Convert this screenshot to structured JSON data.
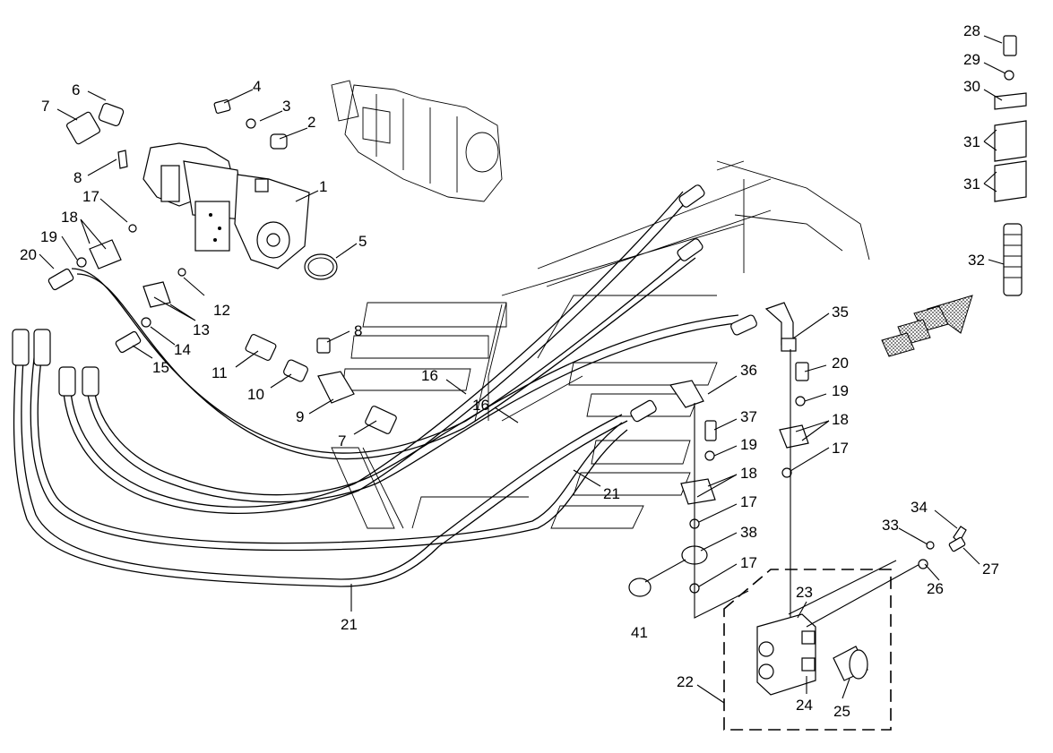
{
  "callouts": [
    {
      "id": "c1",
      "text": "1"
    },
    {
      "id": "c2",
      "text": "2"
    },
    {
      "id": "c3",
      "text": "3"
    },
    {
      "id": "c4",
      "text": "4"
    },
    {
      "id": "c5",
      "text": "5"
    },
    {
      "id": "c6",
      "text": "6"
    },
    {
      "id": "c7a",
      "text": "7"
    },
    {
      "id": "c7b",
      "text": "7"
    },
    {
      "id": "c8a",
      "text": "8"
    },
    {
      "id": "c8b",
      "text": "8"
    },
    {
      "id": "c9",
      "text": "9"
    },
    {
      "id": "c10",
      "text": "10"
    },
    {
      "id": "c11",
      "text": "11"
    },
    {
      "id": "c12",
      "text": "12"
    },
    {
      "id": "c13",
      "text": "13"
    },
    {
      "id": "c14",
      "text": "14"
    },
    {
      "id": "c15",
      "text": "15"
    },
    {
      "id": "c16a",
      "text": "16"
    },
    {
      "id": "c16b",
      "text": "16"
    },
    {
      "id": "c17a",
      "text": "17"
    },
    {
      "id": "c17b",
      "text": "17"
    },
    {
      "id": "c17c",
      "text": "17"
    },
    {
      "id": "c17d",
      "text": "17"
    },
    {
      "id": "c18a",
      "text": "18"
    },
    {
      "id": "c18b",
      "text": "18"
    },
    {
      "id": "c18c",
      "text": "18"
    },
    {
      "id": "c19a",
      "text": "19"
    },
    {
      "id": "c19b",
      "text": "19"
    },
    {
      "id": "c19c",
      "text": "19"
    },
    {
      "id": "c20a",
      "text": "20"
    },
    {
      "id": "c20b",
      "text": "20"
    },
    {
      "id": "c21a",
      "text": "21"
    },
    {
      "id": "c21b",
      "text": "21"
    },
    {
      "id": "c22",
      "text": "22"
    },
    {
      "id": "c23",
      "text": "23"
    },
    {
      "id": "c24",
      "text": "24"
    },
    {
      "id": "c25",
      "text": "25"
    },
    {
      "id": "c26",
      "text": "26"
    },
    {
      "id": "c27",
      "text": "27"
    },
    {
      "id": "c28",
      "text": "28"
    },
    {
      "id": "c29",
      "text": "29"
    },
    {
      "id": "c30",
      "text": "30"
    },
    {
      "id": "c31a",
      "text": "31"
    },
    {
      "id": "c31b",
      "text": "31"
    },
    {
      "id": "c32",
      "text": "32"
    },
    {
      "id": "c33",
      "text": "33"
    },
    {
      "id": "c34",
      "text": "34"
    },
    {
      "id": "c35",
      "text": "35"
    },
    {
      "id": "c36",
      "text": "36"
    },
    {
      "id": "c37",
      "text": "37"
    },
    {
      "id": "c38",
      "text": "38"
    },
    {
      "id": "c41",
      "text": "41"
    }
  ],
  "colors": {
    "line": "#000000",
    "background": "#ffffff",
    "hatch": "#555555"
  }
}
